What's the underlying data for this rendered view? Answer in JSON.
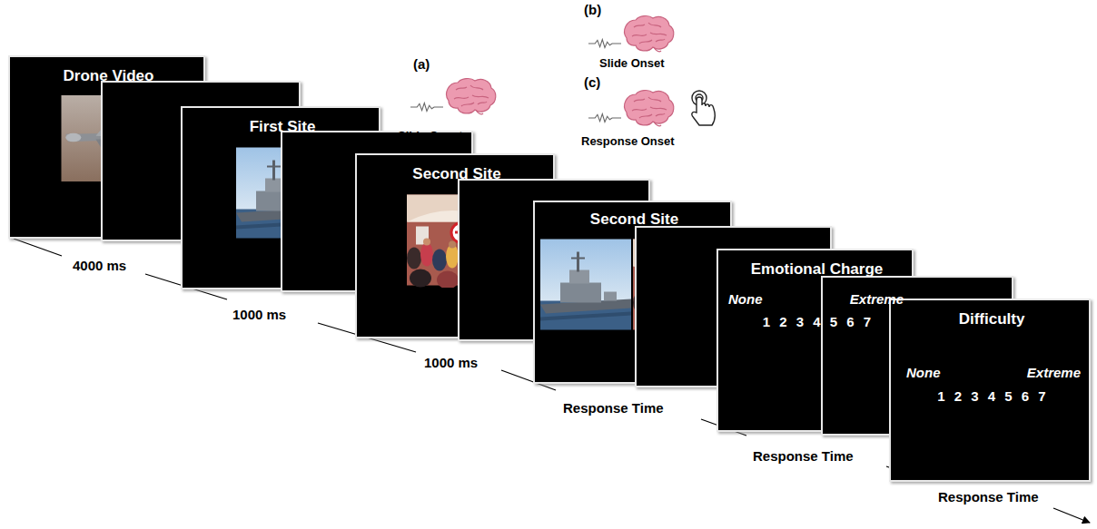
{
  "diagram": {
    "nodes": [
      {
        "text": [
          "Drone Video"
        ]
      },
      {
        "text": [
          "First Site"
        ]
      },
      {
        "text": [
          "Second Site"
        ]
      },
      {
        "text": [
          "Second Site"
        ]
      },
      {
        "text": [
          "Emotional Charge",
          "None",
          "Extreme",
          "1 2 3 4 5 6 7"
        ]
      },
      {
        "text": [
          "Difficulty",
          "None",
          "Extreme",
          "1 2 3 4 5 6 7"
        ]
      }
    ],
    "labels": [
      "(a)",
      "Slide Onset",
      "(b)",
      "Slide Onset",
      "(c)",
      "Response Onset",
      "4000 ms",
      "1000 ms",
      "1000 ms",
      "Response Time",
      "Response Time",
      "Response Time"
    ]
  }
}
